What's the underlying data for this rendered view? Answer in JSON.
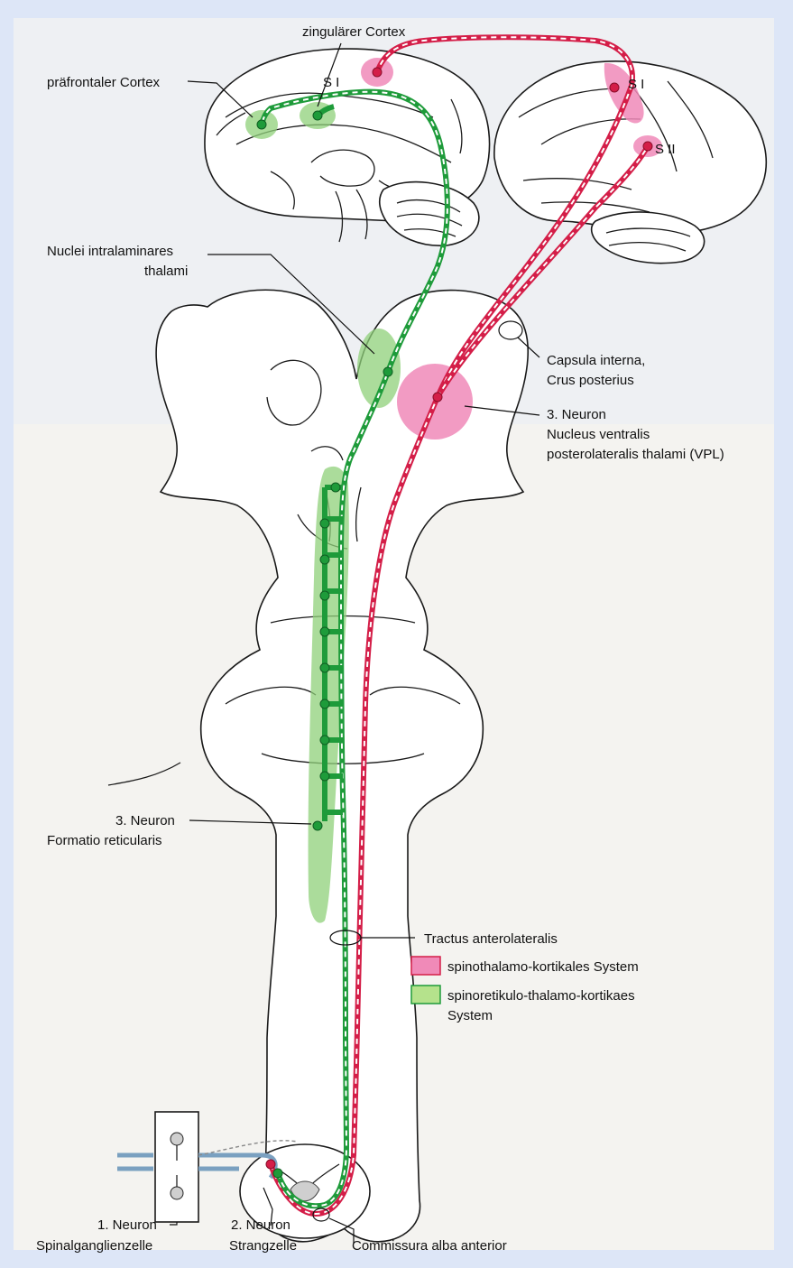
{
  "labels": {
    "cingulate": "zingulärer Cortex",
    "prefrontal": "präfrontaler Cortex",
    "s1_left": "S I",
    "s1_right": "S I",
    "s2_right": "S II",
    "intralaminar_l1": "Nuclei intralaminares",
    "intralaminar_l2": "thalami",
    "capsula_l1": "Capsula interna,",
    "capsula_l2": "Crus posterius",
    "vpl_l1": "3. Neuron",
    "vpl_l2": "Nucleus ventralis",
    "vpl_l3": "posterolateralis thalami (VPL)",
    "reticularis_l1": "3. Neuron",
    "reticularis_l2": "Formatio reticularis",
    "tractus": "Tractus anterolateralis",
    "neuron1_l1": "1. Neuron",
    "neuron1_l2": "Spinalganglienzelle",
    "neuron2_l1": "2. Neuron",
    "neuron2_l2": "Strangzelle",
    "commissura": "Commissura alba anterior"
  },
  "legend": {
    "spinothalamic": "spinothalamo-kortikales System",
    "spinoreticular_l1": "spinoretikulo-thalamo-kortikaes",
    "spinoreticular_l2": "System"
  },
  "colors": {
    "spinothalamic": "#d41e48",
    "spinothalamic_zone": "#f08ab8",
    "spinoreticular": "#1e9b3a",
    "spinoreticular_zone": "#8fd07a",
    "background": "#dde6f7"
  }
}
